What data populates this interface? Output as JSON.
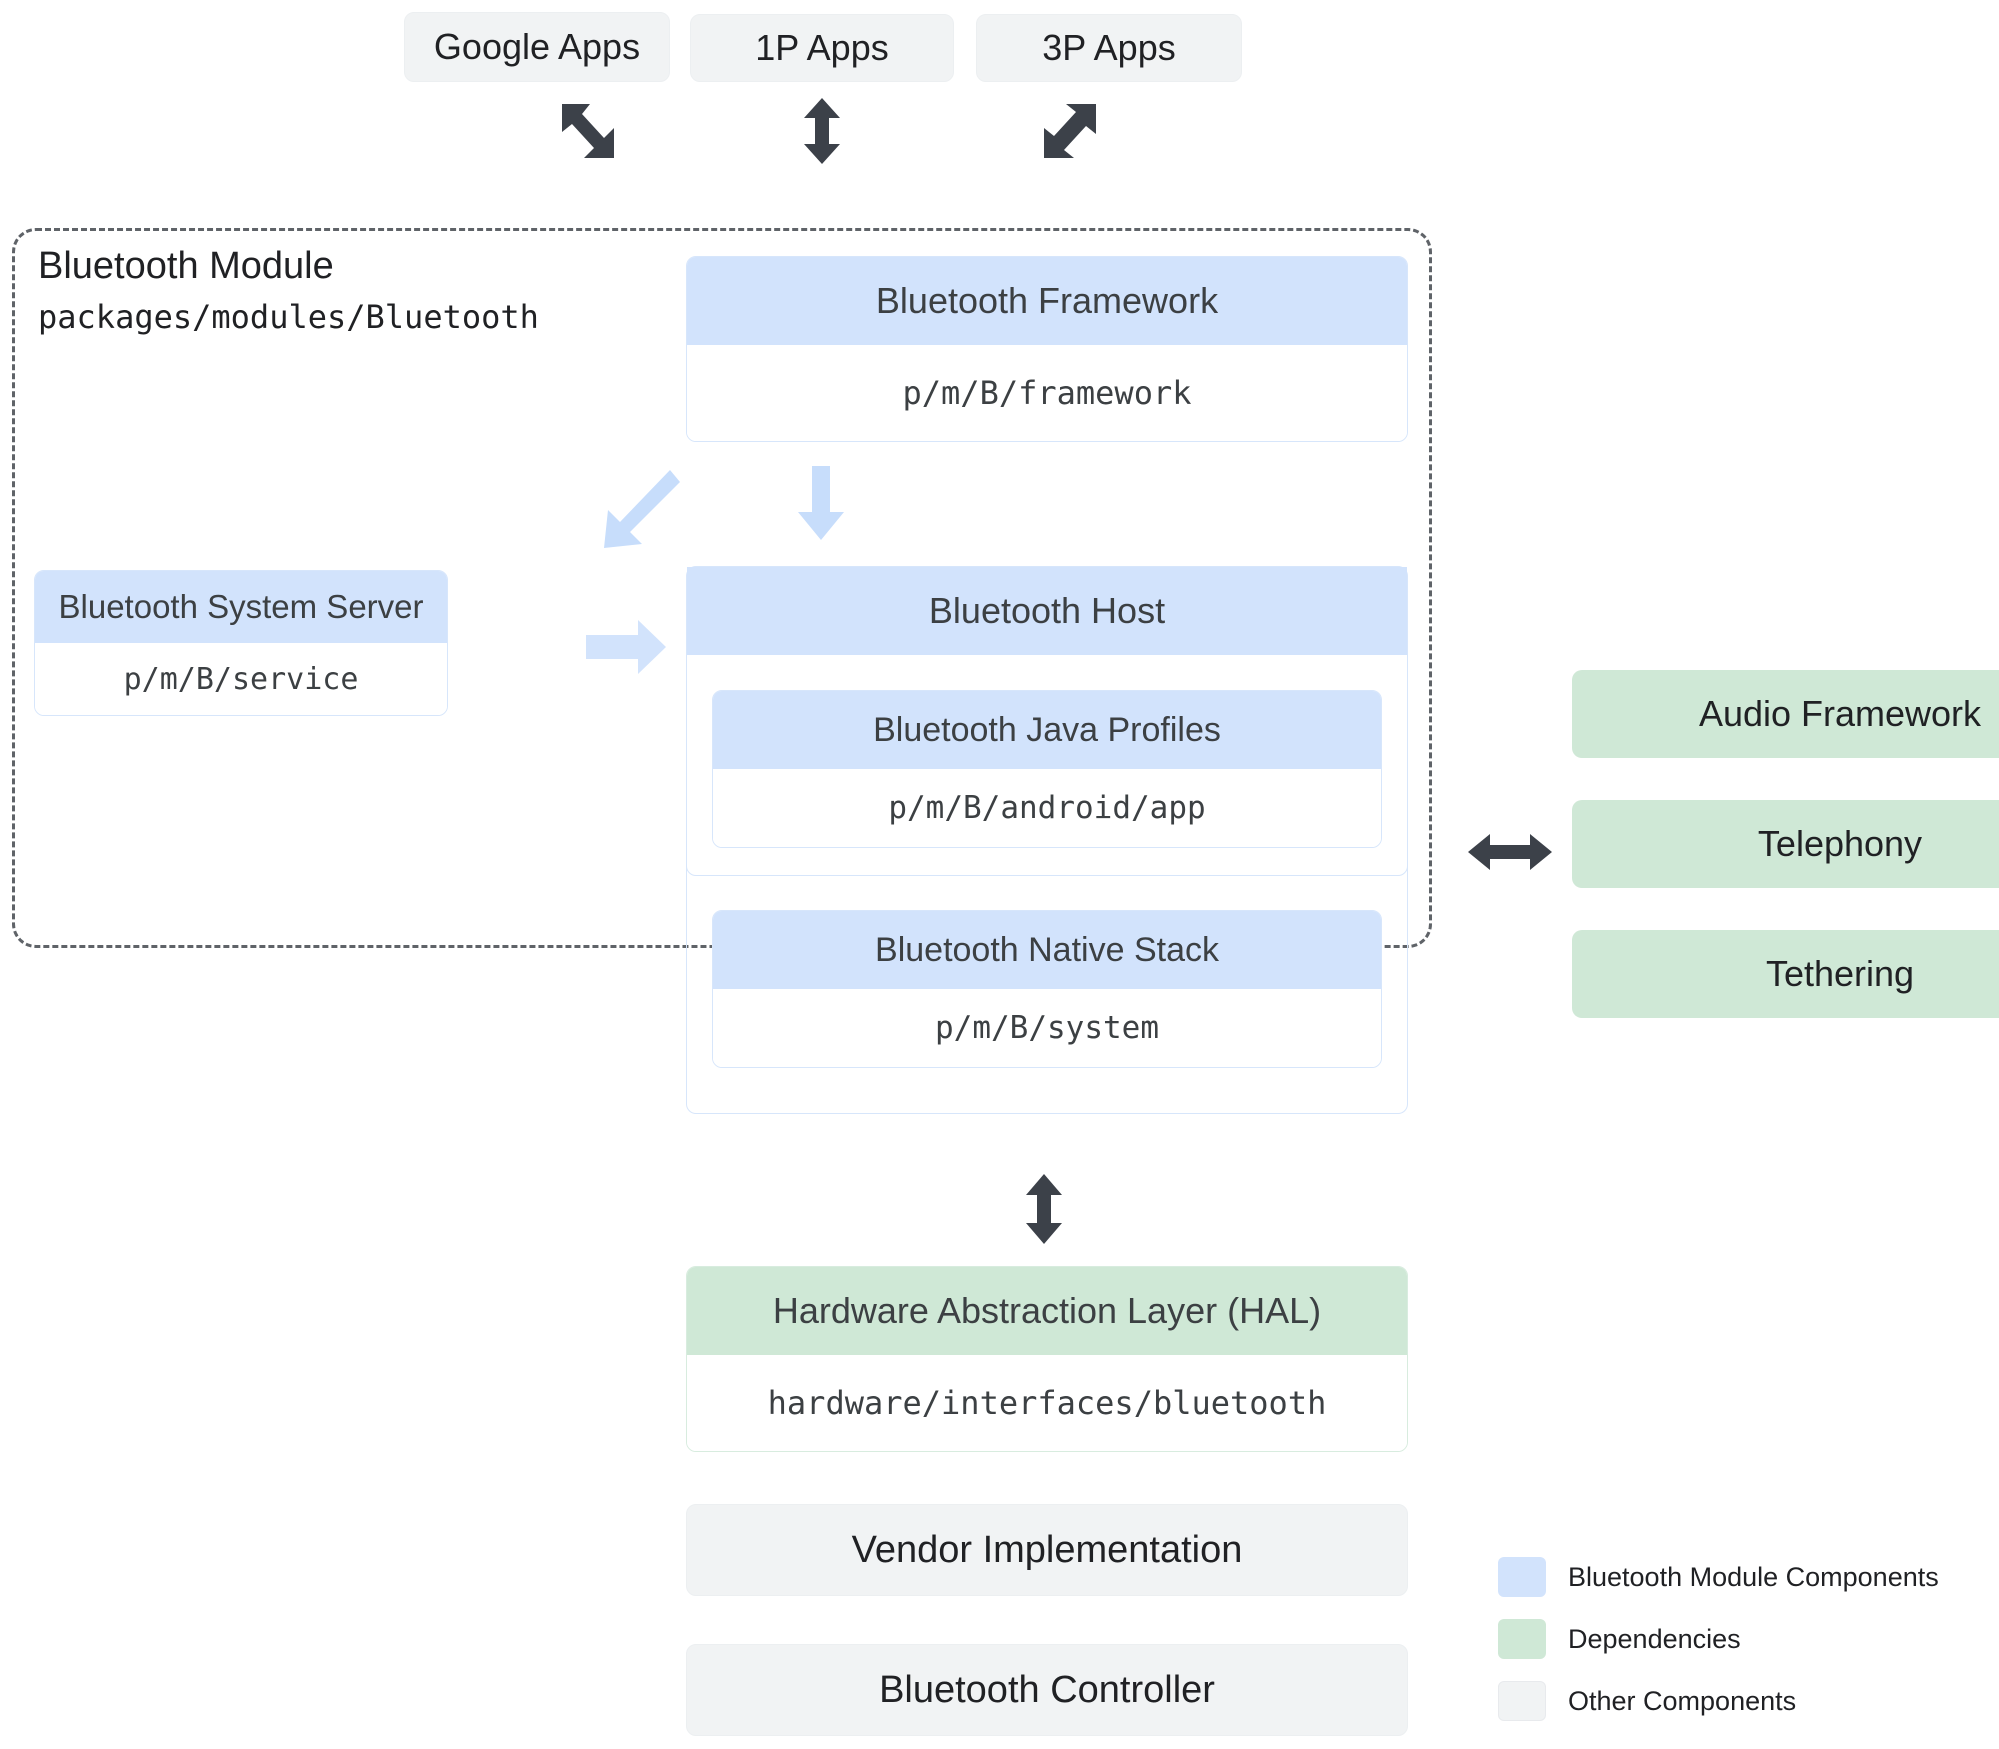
{
  "top_apps": [
    {
      "label": "Google Apps"
    },
    {
      "label": "1P Apps"
    },
    {
      "label": "3P Apps"
    }
  ],
  "module": {
    "title": "Bluetooth Module",
    "path": "packages/modules/Bluetooth"
  },
  "components": {
    "framework": {
      "title": "Bluetooth Framework",
      "path": "p/m/B/framework"
    },
    "system_server": {
      "title": "Bluetooth System Server",
      "path": "p/m/B/service"
    },
    "host": {
      "title": "Bluetooth Host"
    },
    "java_profiles": {
      "title": "Bluetooth Java Profiles",
      "path": "p/m/B/android/app"
    },
    "native_stack": {
      "title": "Bluetooth Native Stack",
      "path": "p/m/B/system"
    },
    "hal": {
      "title": "Hardware Abstraction Layer (HAL)",
      "path": "hardware/interfaces/bluetooth"
    },
    "vendor": {
      "title": "Vendor Implementation"
    },
    "controller": {
      "title": "Bluetooth Controller"
    }
  },
  "dependencies": [
    {
      "label": "Audio Framework"
    },
    {
      "label": "Telephony"
    },
    {
      "label": "Tethering"
    }
  ],
  "legend": [
    {
      "label": "Bluetooth Module Components",
      "color": "#d2e3fc"
    },
    {
      "label": "Dependencies",
      "color": "#cfe8d6"
    },
    {
      "label": "Other Components",
      "color": "#f1f3f4"
    }
  ],
  "connectors": [
    {
      "name": "google-apps-to-framework",
      "icon": "diagonal-double-arrow-nwse",
      "color": "#3c4149"
    },
    {
      "name": "1p-apps-to-framework",
      "icon": "vertical-double-arrow",
      "color": "#3c4149"
    },
    {
      "name": "3p-apps-to-framework",
      "icon": "diagonal-double-arrow-nesw",
      "color": "#3c4149"
    },
    {
      "name": "framework-to-host",
      "icon": "down-arrow",
      "color": "#c7ddfb"
    },
    {
      "name": "framework-to-system-server",
      "icon": "diagonal-arrow-sw",
      "color": "#c7ddfb"
    },
    {
      "name": "system-server-to-host",
      "icon": "right-arrow",
      "color": "#d2e3fc"
    },
    {
      "name": "host-to-dependencies",
      "icon": "horizontal-double-arrow",
      "color": "#3c4149"
    },
    {
      "name": "module-to-hal",
      "icon": "vertical-double-arrow",
      "color": "#3c4149"
    }
  ]
}
